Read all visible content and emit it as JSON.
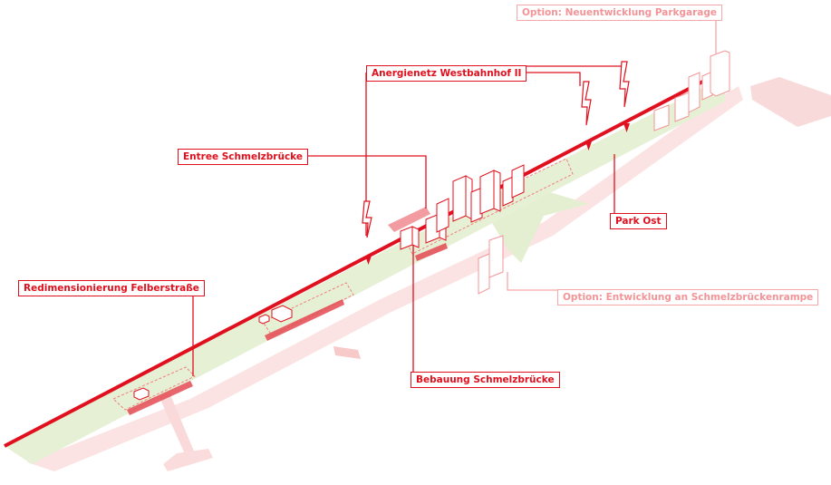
{
  "colors": {
    "primary": "#e0101e",
    "light": "#f6a7a9",
    "park": "#e7f1d6",
    "ground": "#f7d6d6"
  },
  "labels": {
    "option_parkgarage": "Option: Neuentwicklung Parkgarage",
    "anergienetz": "Anergienetz Westbahnhof II",
    "entree": "Entree Schmelzbrücke",
    "park_ost": "Park Ost",
    "redimensionierung": "Redimensionierung Felberstraße",
    "option_rampe": "Option: Entwicklung an Schmelzbrückenrampe",
    "bebauung": "Bebauung Schmelzbrücke"
  },
  "icons": {
    "energy": "lightning-bolt-icon",
    "pointer": "arrow-down-icon"
  }
}
